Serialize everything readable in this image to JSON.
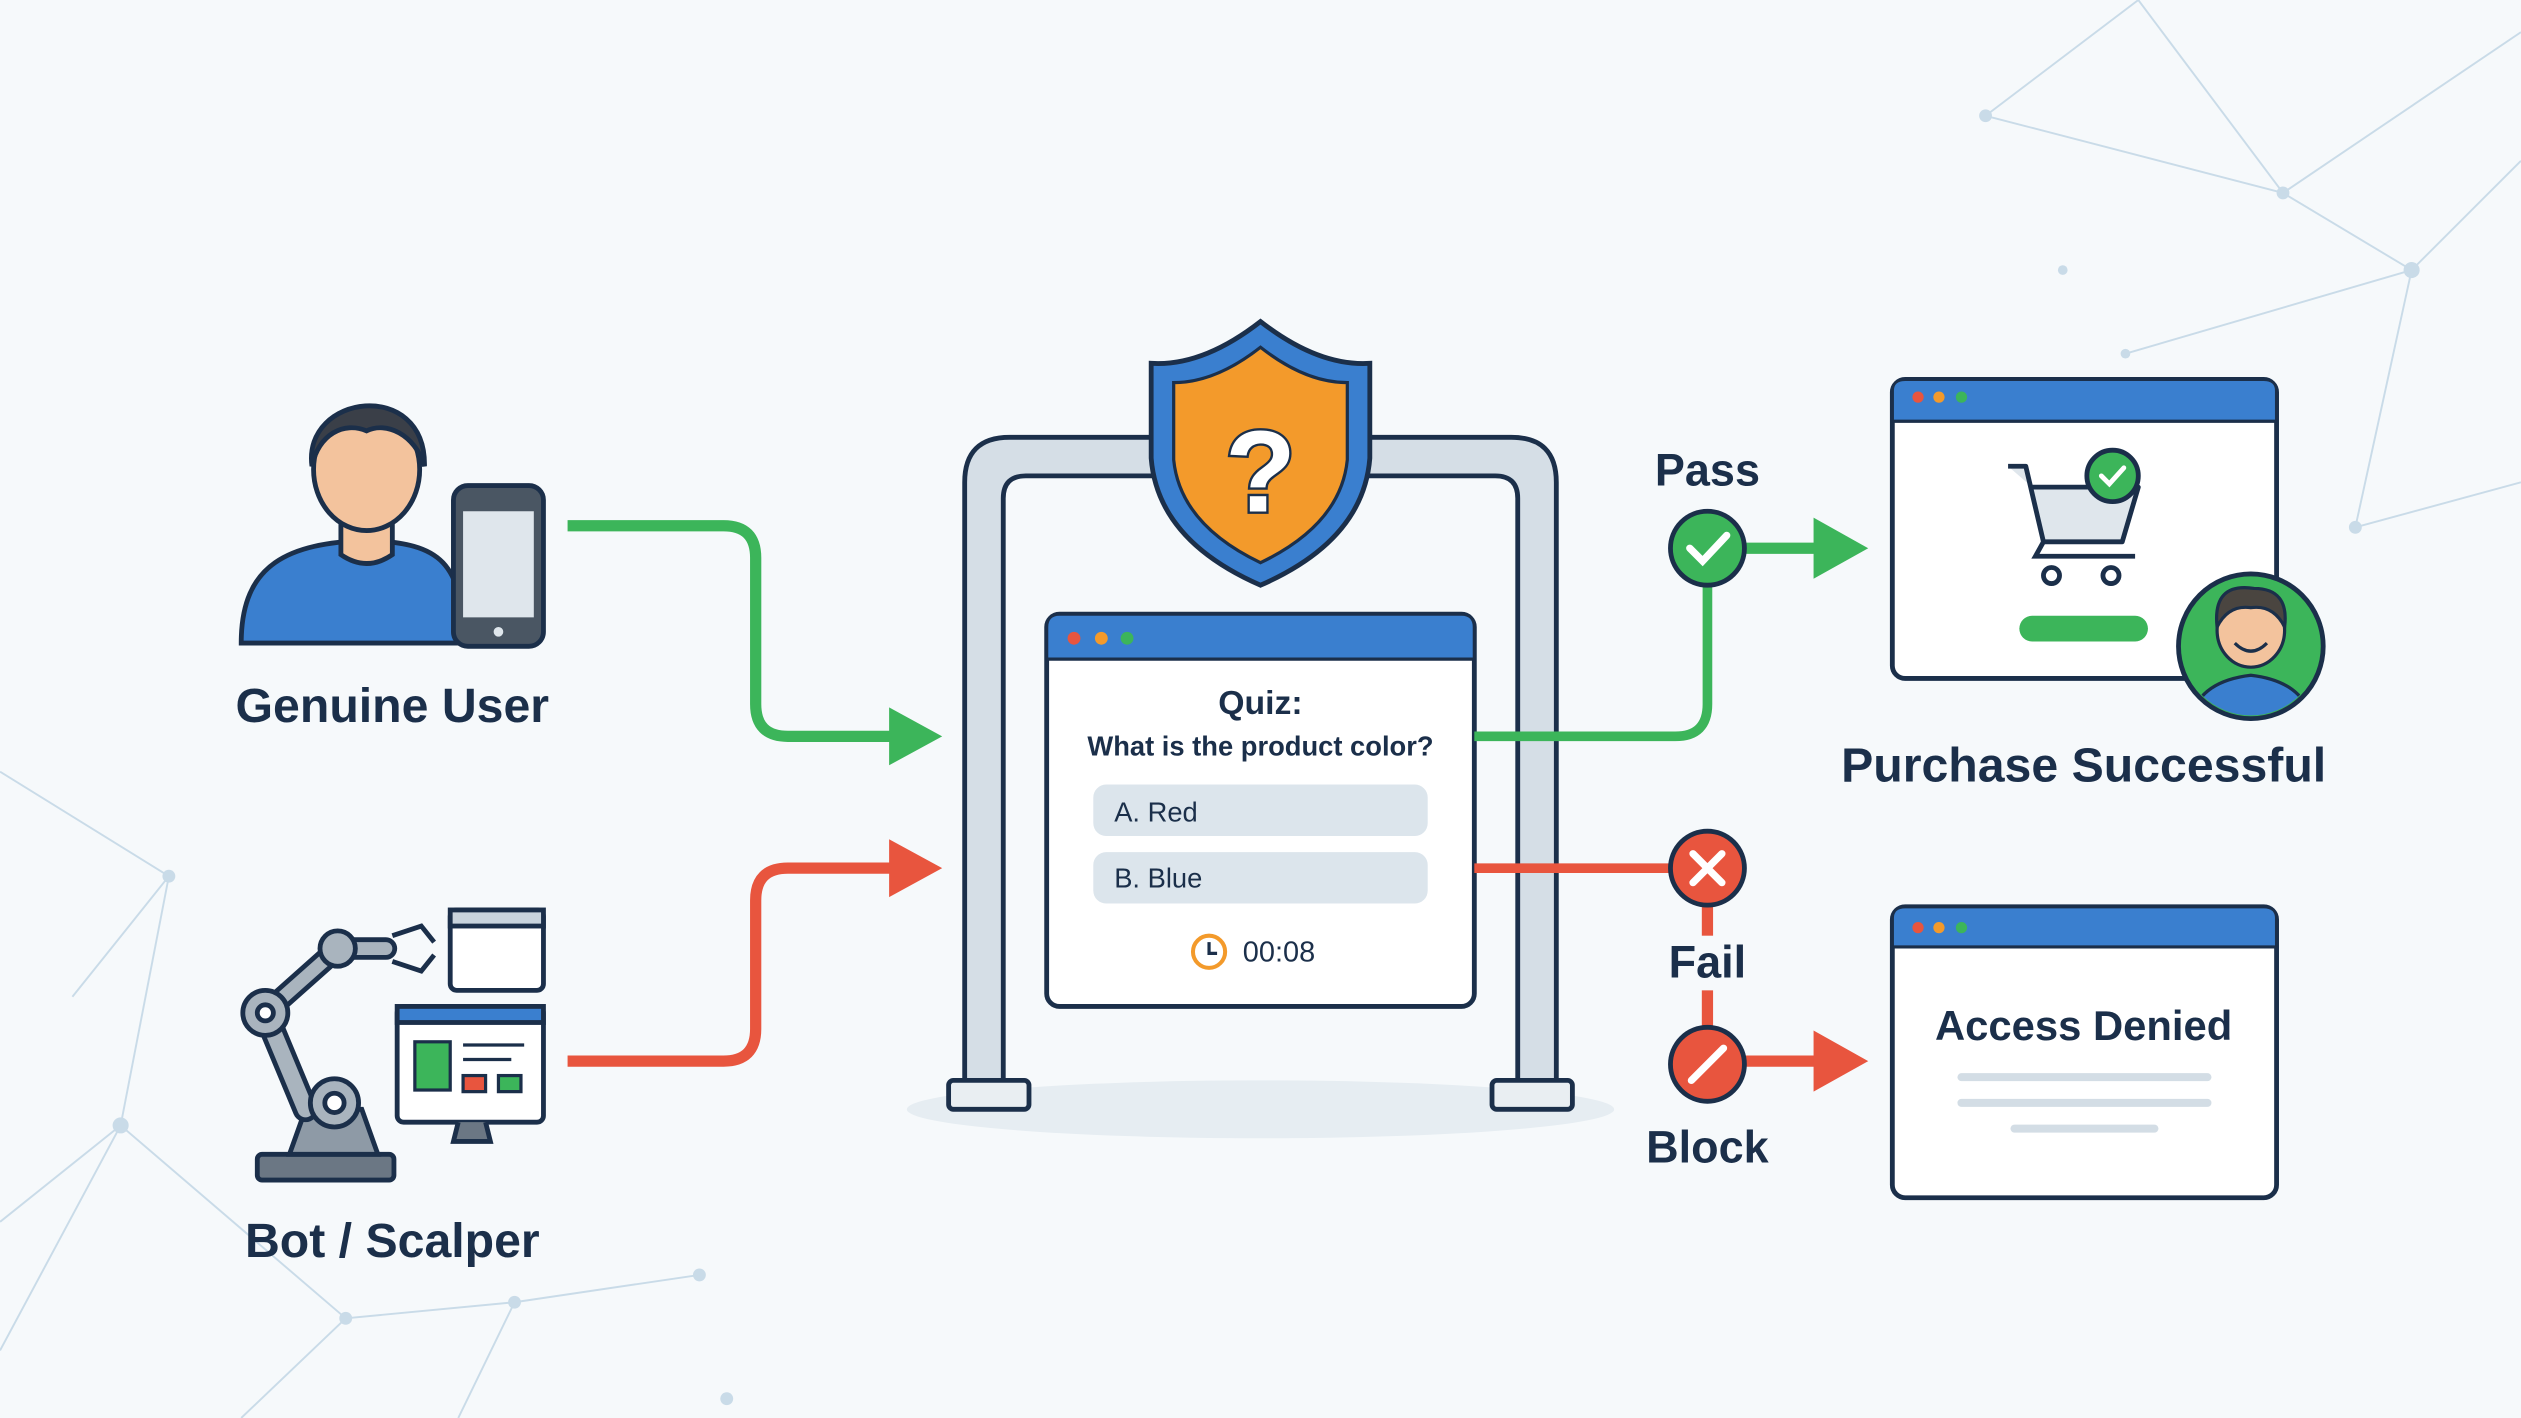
{
  "actors": {
    "genuine_user": {
      "label": "Genuine User"
    },
    "bot": {
      "label": "Bot / Scalper"
    }
  },
  "gate": {
    "shield_symbol": "?",
    "quiz": {
      "title": "Quiz:",
      "question": "What is the product color?",
      "options": [
        "A. Red",
        "B. Blue"
      ],
      "timer": "00:08"
    }
  },
  "outcomes": {
    "pass": "Pass",
    "fail": "Fail",
    "block": "Block",
    "success_label": "Purchase Successful",
    "denied_title": "Access Denied"
  },
  "colors": {
    "navy": "#1b2f4a",
    "blue": "#3a7fcf",
    "green": "#3cb55a",
    "red": "#e8553e",
    "orange": "#f39a2b"
  },
  "icons": [
    "user-icon",
    "phone-icon",
    "robot-arm-icon",
    "monitor-icon",
    "shield-question-icon",
    "clock-icon",
    "check-icon",
    "x-icon",
    "block-icon",
    "cart-icon",
    "avatar-icon"
  ]
}
